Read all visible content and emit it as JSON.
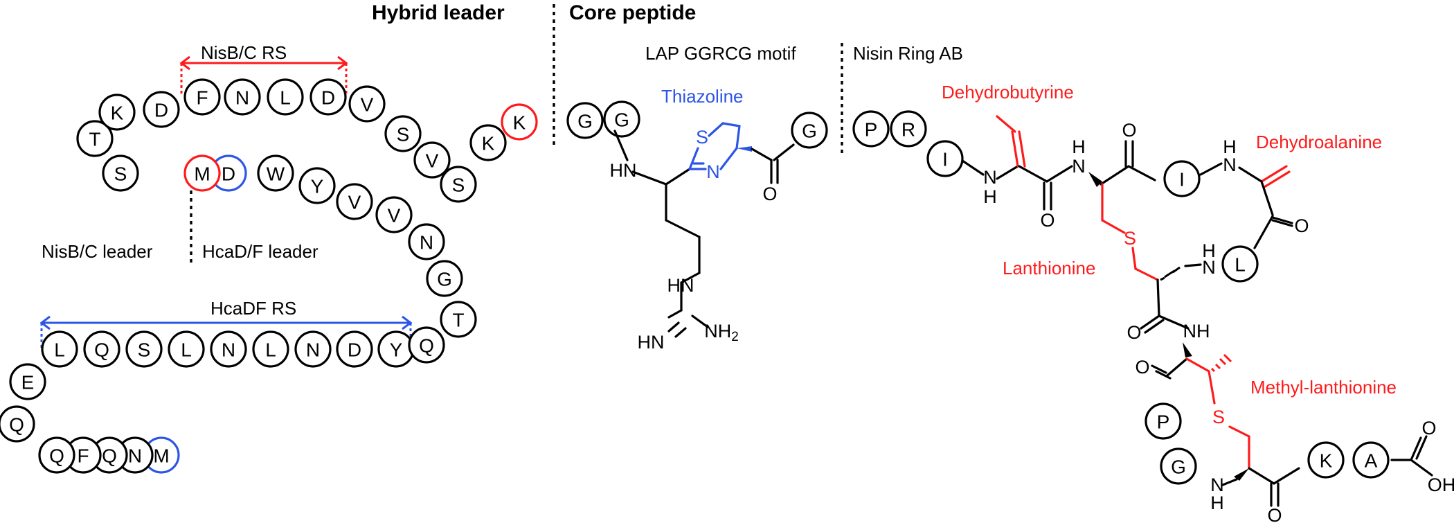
{
  "headers": {
    "hybrid_leader": "Hybrid leader",
    "core_peptide": "Core peptide"
  },
  "labels": {
    "nisbc_rs": "NisB/C RS",
    "hcadf_rs": "HcaDF RS",
    "nisbc_leader": "NisB/C leader",
    "hcadf_leader": "HcaD/F leader",
    "lap_motif": "LAP GGRCG motif",
    "nisin_ring": "Nisin Ring AB",
    "thiazoline": "Thiazoline",
    "dehydrobutyrine": "Dehydrobutyrine",
    "dehydroalanine": "Dehydroalanine",
    "lanthionine": "Lanthionine",
    "methyl_lanthionine": "Methyl-lanthionine"
  },
  "atoms": {
    "N": "N",
    "S": "S",
    "O": "O",
    "H": "H",
    "HN": "HN",
    "NH": "NH",
    "NH2_base": "NH",
    "NH2_sub": "2",
    "OH": "OH"
  },
  "colors": {
    "modification_red": "#ff1a1a",
    "modification_blue": "#2d55e6",
    "line": "#000000"
  },
  "leader_residues": [
    {
      "letter": "M",
      "color": "blue"
    },
    {
      "letter": "N",
      "color": "black"
    },
    {
      "letter": "Q",
      "color": "black"
    },
    {
      "letter": "F",
      "color": "black"
    },
    {
      "letter": "Q",
      "color": "black"
    },
    {
      "letter": "Q",
      "color": "black"
    },
    {
      "letter": "E",
      "color": "black"
    },
    {
      "letter": "L",
      "color": "black"
    },
    {
      "letter": "Q",
      "color": "black"
    },
    {
      "letter": "S",
      "color": "black"
    },
    {
      "letter": "L",
      "color": "black"
    },
    {
      "letter": "N",
      "color": "black"
    },
    {
      "letter": "L",
      "color": "black"
    },
    {
      "letter": "N",
      "color": "black"
    },
    {
      "letter": "D",
      "color": "black"
    },
    {
      "letter": "Y",
      "color": "black"
    },
    {
      "letter": "Q",
      "color": "black"
    },
    {
      "letter": "T",
      "color": "black"
    },
    {
      "letter": "G",
      "color": "black"
    },
    {
      "letter": "N",
      "color": "black"
    },
    {
      "letter": "V",
      "color": "black"
    },
    {
      "letter": "V",
      "color": "black"
    },
    {
      "letter": "Y",
      "color": "black"
    },
    {
      "letter": "W",
      "color": "black"
    },
    {
      "letter": "D",
      "color": "blue"
    },
    {
      "letter": "M",
      "color": "red"
    },
    {
      "letter": "S",
      "color": "black"
    },
    {
      "letter": "T",
      "color": "black"
    },
    {
      "letter": "K",
      "color": "black"
    },
    {
      "letter": "D",
      "color": "black"
    },
    {
      "letter": "F",
      "color": "black"
    },
    {
      "letter": "N",
      "color": "black"
    },
    {
      "letter": "L",
      "color": "black"
    },
    {
      "letter": "D",
      "color": "black"
    },
    {
      "letter": "V",
      "color": "black"
    },
    {
      "letter": "S",
      "color": "black"
    },
    {
      "letter": "V",
      "color": "black"
    },
    {
      "letter": "S",
      "color": "black"
    },
    {
      "letter": "K",
      "color": "black"
    },
    {
      "letter": "K",
      "color": "red"
    }
  ],
  "core_residues": [
    {
      "letter": "G",
      "color": "black"
    },
    {
      "letter": "G",
      "color": "black"
    },
    {
      "letter": "G",
      "color": "black"
    },
    {
      "letter": "P",
      "color": "black"
    },
    {
      "letter": "R",
      "color": "black"
    },
    {
      "letter": "I",
      "color": "black"
    },
    {
      "letter": "I",
      "color": "black"
    },
    {
      "letter": "L",
      "color": "black"
    },
    {
      "letter": "P",
      "color": "black"
    },
    {
      "letter": "G",
      "color": "black"
    },
    {
      "letter": "K",
      "color": "black"
    },
    {
      "letter": "A",
      "color": "black"
    }
  ]
}
